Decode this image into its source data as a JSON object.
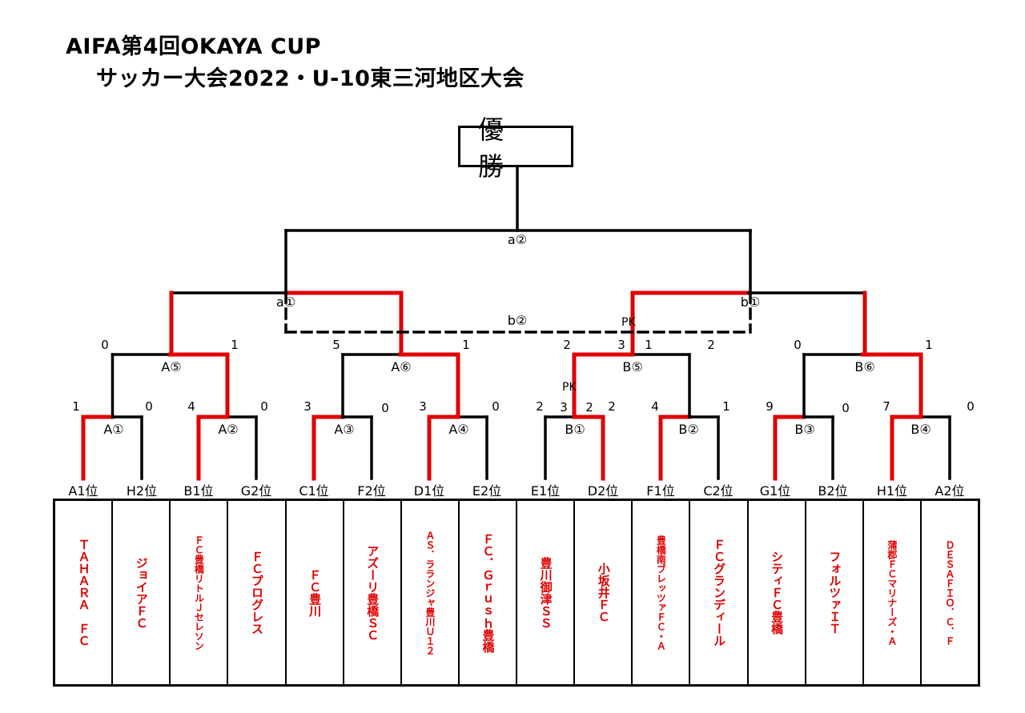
{
  "title": {
    "line1": "AIFA第4回OKAYA CUP",
    "line2": "サッカー大会2022・U-10東三河地区大会"
  },
  "champion_label": "優　勝",
  "colors": {
    "winner": "#e00000",
    "line": "#000000"
  },
  "matches": {
    "a2": "a②",
    "a1": "a①",
    "b1": "b①",
    "b2": "b②",
    "A5": "A⑤",
    "A6": "A⑥",
    "B5": "B⑤",
    "B6": "B⑥",
    "A1": "A①",
    "A2": "A②",
    "A3": "A③",
    "A4": "A④",
    "B1": "B①",
    "B2": "B②",
    "B3": "B③",
    "B4": "B④"
  },
  "pk": {
    "b1": "PK",
    "B1": "PK"
  },
  "scores": {
    "A5_l": "0",
    "A5_r": "1",
    "A6_l": "5",
    "A6_r": "1",
    "B5_l": "2",
    "B5_l_pk": "3",
    "B5_r_pk": "1",
    "B5_r": "2",
    "B6_l": "0",
    "B6_r": "1",
    "A1_l": "1",
    "A1_r": "0",
    "A2_l": "4",
    "A2_r": "0",
    "A3_l": "3",
    "A3_r": "0",
    "A4_l": "3",
    "A4_r": "0",
    "B1_l": "2",
    "B1_l_pk": "3",
    "B1_r_pk": "2",
    "B1_r": "2",
    "B2_l": "4",
    "B2_r": "1",
    "B3_l": "9",
    "B3_r": "0",
    "B4_l": "7",
    "B4_r": "0"
  },
  "slots": [
    "A1位",
    "H2位",
    "B1位",
    "G2位",
    "C1位",
    "F2位",
    "D1位",
    "E2位",
    "E1位",
    "D2位",
    "F1位",
    "C2位",
    "G1位",
    "B2位",
    "H1位",
    "A2位"
  ],
  "teams": [
    "ＴＡＨＡＲＡ　ＦＣ",
    "ジョイアＦＣ",
    "ＦＣ豊橋リトルＪセレソン",
    "ＦＣプログレス",
    "ＦＣ豊川",
    "アズーリ豊橋ＳＣ",
    "ＡＳ．ラランジャ豊川Ｕ１２",
    "ＦＣ．Ｇｒｕｓｈ豊橋",
    "豊川御津ＳＳ",
    "小坂井ＦＣ",
    "豊橋南ブレッツァＦＣ・Ａ",
    "ＦＣグランディール",
    "シティＦＣ豊橋",
    "フォルツァＩＴ",
    "蒲郡ＦＣマリナーズ・Ａ",
    "ＤＥＳＡＦＩＯ．Ｃ．Ｆ"
  ]
}
